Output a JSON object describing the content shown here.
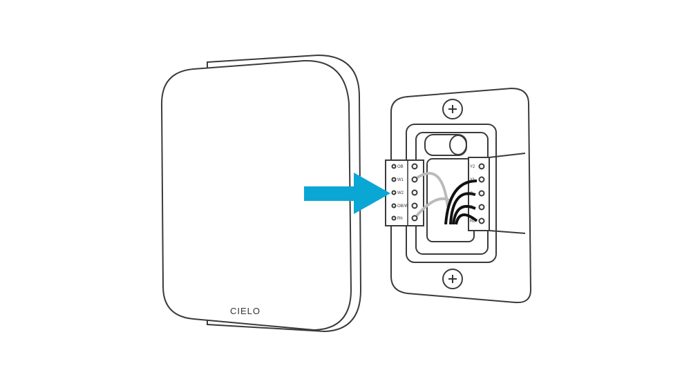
{
  "device": {
    "brand": "CIELO"
  },
  "arrow": {
    "color": "#0aa6d4"
  },
  "terminals": {
    "left": [
      "OB",
      "W1",
      "W2",
      "OB/W",
      "Rh"
    ],
    "right": [
      "Y2",
      "Y1",
      "G",
      "C",
      "Rc"
    ]
  }
}
